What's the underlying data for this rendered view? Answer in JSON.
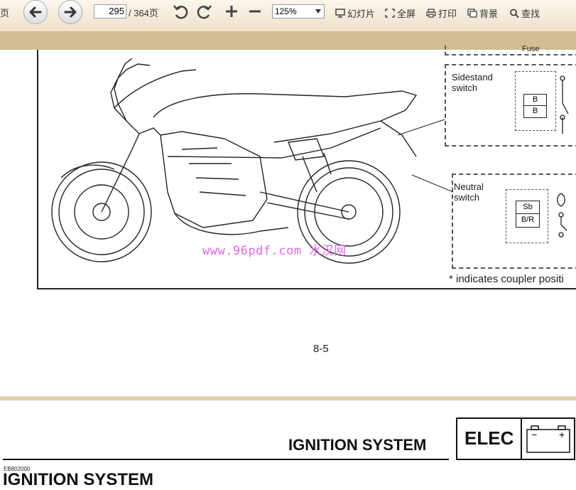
{
  "toolbar": {
    "prev_label": "页",
    "current_page": "295",
    "total_pages": "/ 364页",
    "zoom": "125%",
    "slideshow": "幻灯片",
    "fullscreen": "全屏",
    "print": "打印",
    "background": "背景",
    "search": "查找"
  },
  "page1": {
    "callouts": {
      "sidestand_line1": "Sidestand",
      "sidestand_line2": "switch",
      "sidestand_pins": [
        "B",
        "B"
      ],
      "neutral_line1": "Neutral",
      "neutral_line2": "switch",
      "neutral_pins": [
        "Sb",
        "B/R"
      ],
      "top_fragment": "Fuse"
    },
    "note": "* indicates coupler positi",
    "watermark": "www.96pdf.com 水汉网",
    "page_number": "8-5"
  },
  "page2": {
    "header_title": "IGNITION SYSTEM",
    "badge": "ELEC",
    "battery_minus": "−",
    "battery_plus": "+",
    "section_code": "EB802000",
    "section_title": "IGNITION SYSTEM"
  }
}
